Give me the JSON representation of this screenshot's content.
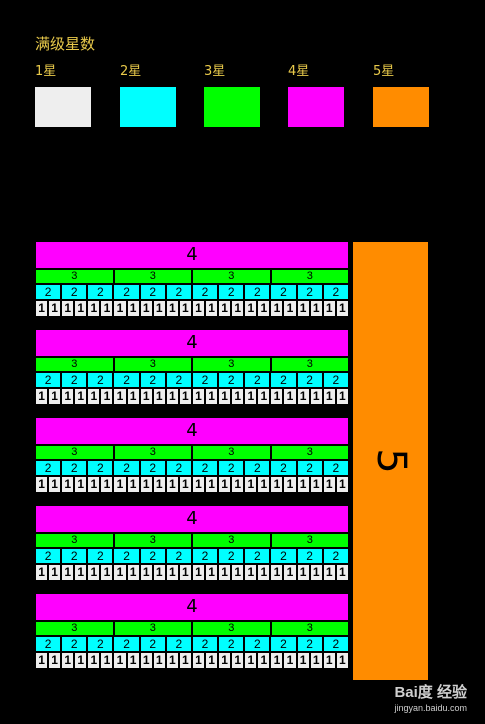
{
  "title": "满级星数",
  "legend": [
    {
      "label": "1星",
      "color": "#eeeeee"
    },
    {
      "label": "2星",
      "color": "#00ffff"
    },
    {
      "label": "3星",
      "color": "#00ff00"
    },
    {
      "label": "4星",
      "color": "#ff00ff"
    },
    {
      "label": "5星",
      "color": "#ff8c00"
    }
  ],
  "diagram": {
    "groups": 5,
    "label_4": "4",
    "label_3": "3",
    "label_2": "2",
    "label_1": "1",
    "label_5": "5",
    "cells_3": 4,
    "cells_2": 12,
    "cells_1": 24
  },
  "watermark": {
    "logo": "Bai度 经验",
    "url": "jingyan.baidu.com"
  }
}
